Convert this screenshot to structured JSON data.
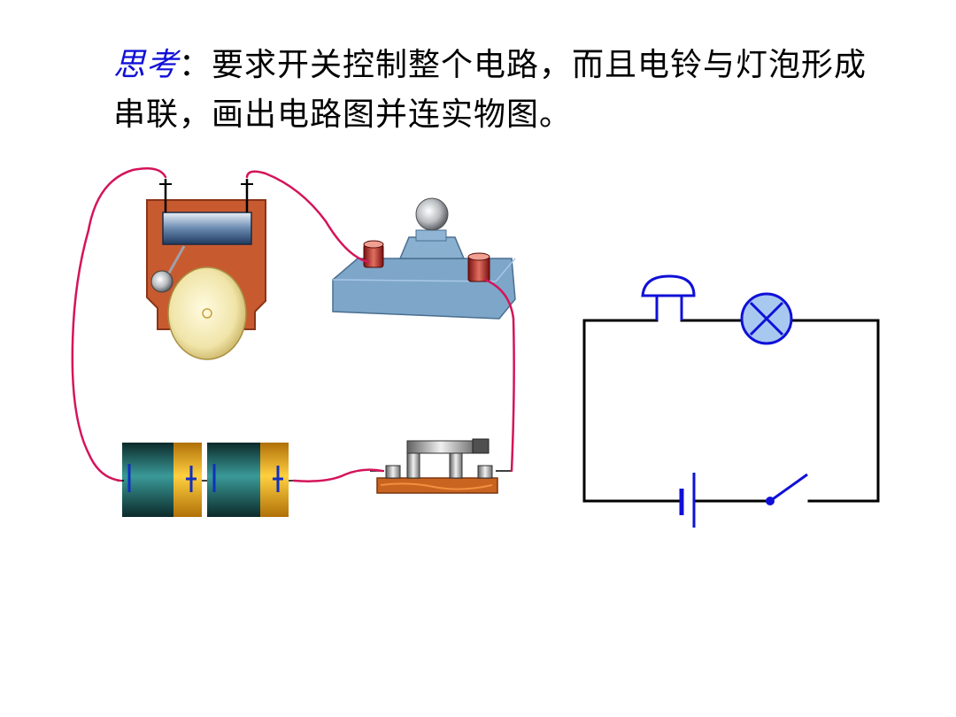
{
  "question": {
    "keyword": "思考",
    "colon": "：",
    "text": "要求开关控制整个电路，而且电铃与灯泡形成串联，画出电路图并连实物图。"
  },
  "colors": {
    "keyword": "#1010d8",
    "wire": "#d4145a",
    "schematic_line": "#000000",
    "schematic_symbol": "#1010d8",
    "lamp_fill": "#a8c8f0",
    "bell_board": "#c85a30",
    "lamp_base": "#7ea6c8",
    "battery_gold": "#f0b020",
    "battery_teal": "#2a7a78",
    "switch_base": "#c86420"
  },
  "icons": [
    "electric-bell-icon",
    "light-bulb-icon",
    "battery-icon",
    "knife-switch-icon",
    "schematic-bell-symbol",
    "schematic-lamp-symbol",
    "schematic-battery-symbol",
    "schematic-switch-symbol"
  ]
}
